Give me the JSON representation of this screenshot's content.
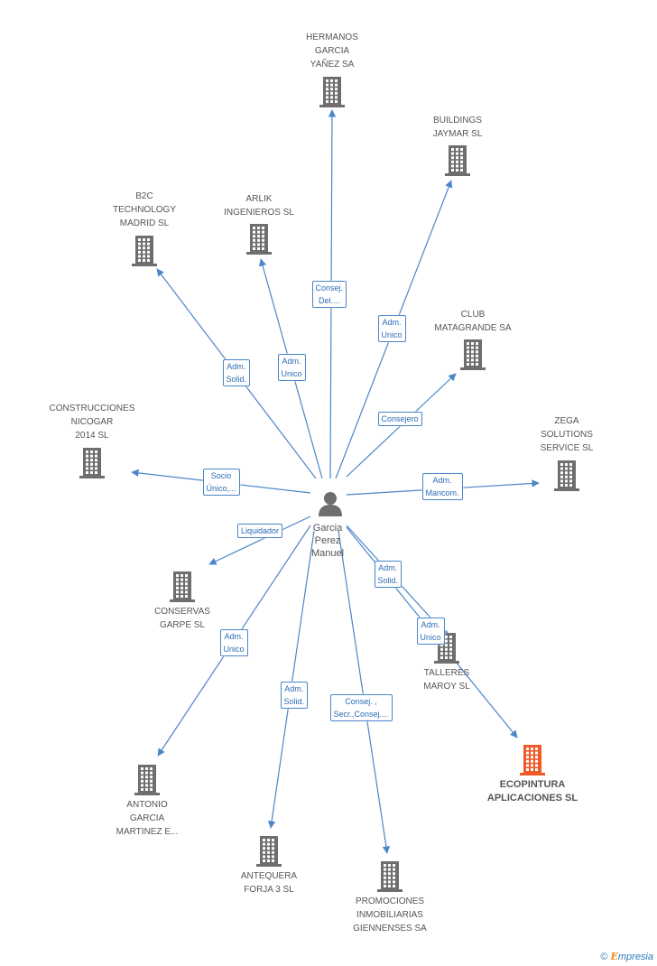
{
  "center": {
    "name": "Garcia Perez Manuel",
    "lines": [
      "Garcia",
      "Perez",
      "Manuel"
    ]
  },
  "companies": [
    {
      "id": "hermanos",
      "lines": [
        "HERMANOS",
        "GARCIA",
        "YAÑEZ SA"
      ],
      "highlight": false
    },
    {
      "id": "buildings",
      "lines": [
        "BUILDINGS",
        "JAYMAR SL"
      ],
      "highlight": false
    },
    {
      "id": "b2c",
      "lines": [
        "B2C",
        "TECHNOLOGY",
        "MADRID SL"
      ],
      "highlight": false
    },
    {
      "id": "arlik",
      "lines": [
        "ARLIK",
        "INGENIEROS  SL"
      ],
      "highlight": false
    },
    {
      "id": "club",
      "lines": [
        "CLUB",
        "MATAGRANDE SA"
      ],
      "highlight": false
    },
    {
      "id": "construcciones",
      "lines": [
        "CONSTRUCCIONES",
        "NICOGAR",
        "2014  SL"
      ],
      "highlight": false
    },
    {
      "id": "zega",
      "lines": [
        "ZEGA",
        "SOLUTIONS",
        "SERVICE SL"
      ],
      "highlight": false
    },
    {
      "id": "conservas",
      "lines": [
        "CONSERVAS",
        "GARPE SL"
      ],
      "highlight": false
    },
    {
      "id": "talleres",
      "lines": [
        "TALLERES",
        "MAROY SL"
      ],
      "highlight": false
    },
    {
      "id": "ecopintura",
      "lines": [
        "ECOPINTURA",
        "APLICACIONES SL"
      ],
      "highlight": true
    },
    {
      "id": "antonio",
      "lines": [
        "ANTONIO",
        "GARCIA",
        "MARTINEZ E..."
      ],
      "highlight": false
    },
    {
      "id": "antequera",
      "lines": [
        "ANTEQUERA",
        "FORJA 3 SL"
      ],
      "highlight": false
    },
    {
      "id": "promociones",
      "lines": [
        "PROMOCIONES",
        "INMOBILIARIAS",
        "GIENNENSES SA"
      ],
      "highlight": false
    }
  ],
  "edges": [
    {
      "to": "hermanos",
      "label": [
        "Consej.",
        "Del...."
      ]
    },
    {
      "to": "buildings",
      "label": [
        "Adm.",
        "Unico"
      ]
    },
    {
      "to": "b2c",
      "label": [
        "Adm.",
        "Solid."
      ]
    },
    {
      "to": "arlik",
      "label": [
        "Adm.",
        "Unico"
      ]
    },
    {
      "to": "club",
      "label": [
        "Consejero"
      ]
    },
    {
      "to": "construcciones",
      "label": [
        "Socio",
        "Único,..."
      ]
    },
    {
      "to": "zega",
      "label": [
        "Adm.",
        "Mancom."
      ]
    },
    {
      "to": "conservas",
      "label": [
        "Liquidador"
      ]
    },
    {
      "to": "talleres",
      "label": [
        "Adm.",
        "Solid."
      ]
    },
    {
      "to": "ecopintura",
      "label": [
        "Adm.",
        "Unico"
      ]
    },
    {
      "to": "antonio",
      "label": [
        "Adm.",
        "Unico"
      ]
    },
    {
      "to": "antequera",
      "label": [
        "Adm.",
        "Solid."
      ]
    },
    {
      "to": "promociones",
      "label": [
        "Consej. ,",
        "Secr.,Consej...."
      ]
    }
  ],
  "colors": {
    "edge": "#4a86c8",
    "building": "#6e6e6e",
    "highlight": "#f05a28",
    "person": "#6e6e6e"
  },
  "footer": {
    "copyright_symbol": "©",
    "brand": "Empresia",
    "brand_initial": "E",
    "brand_rest": "mpresia"
  }
}
